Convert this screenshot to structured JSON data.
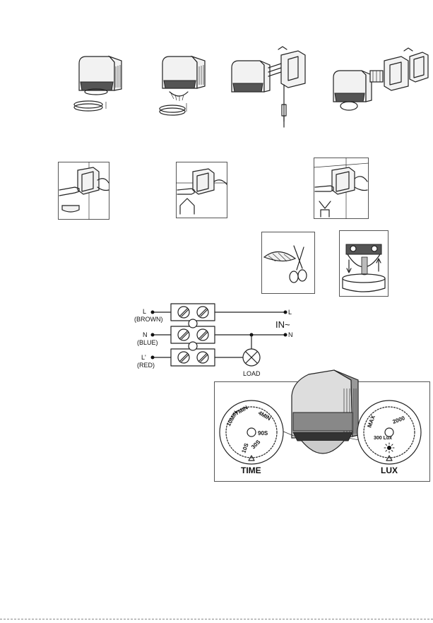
{
  "wiring": {
    "terminals": [
      {
        "left_label": "L",
        "left_sub": "(BROWN)",
        "right_label": "L"
      },
      {
        "left_label": "N",
        "left_sub": "(BLUE)",
        "right_label": "N"
      },
      {
        "left_label": "L'",
        "left_sub": "(RED)",
        "right_label": ""
      }
    ],
    "supply_label": "IN~",
    "load_label": "LOAD"
  },
  "dials": {
    "time": {
      "title": "TIME",
      "marks": [
        "10MIN",
        "7MIN",
        "4MIN",
        "90S",
        "30S",
        "10S"
      ]
    },
    "lux": {
      "title": "LUX",
      "marks": [
        "MAX",
        "2000",
        "300 Lux"
      ]
    }
  }
}
